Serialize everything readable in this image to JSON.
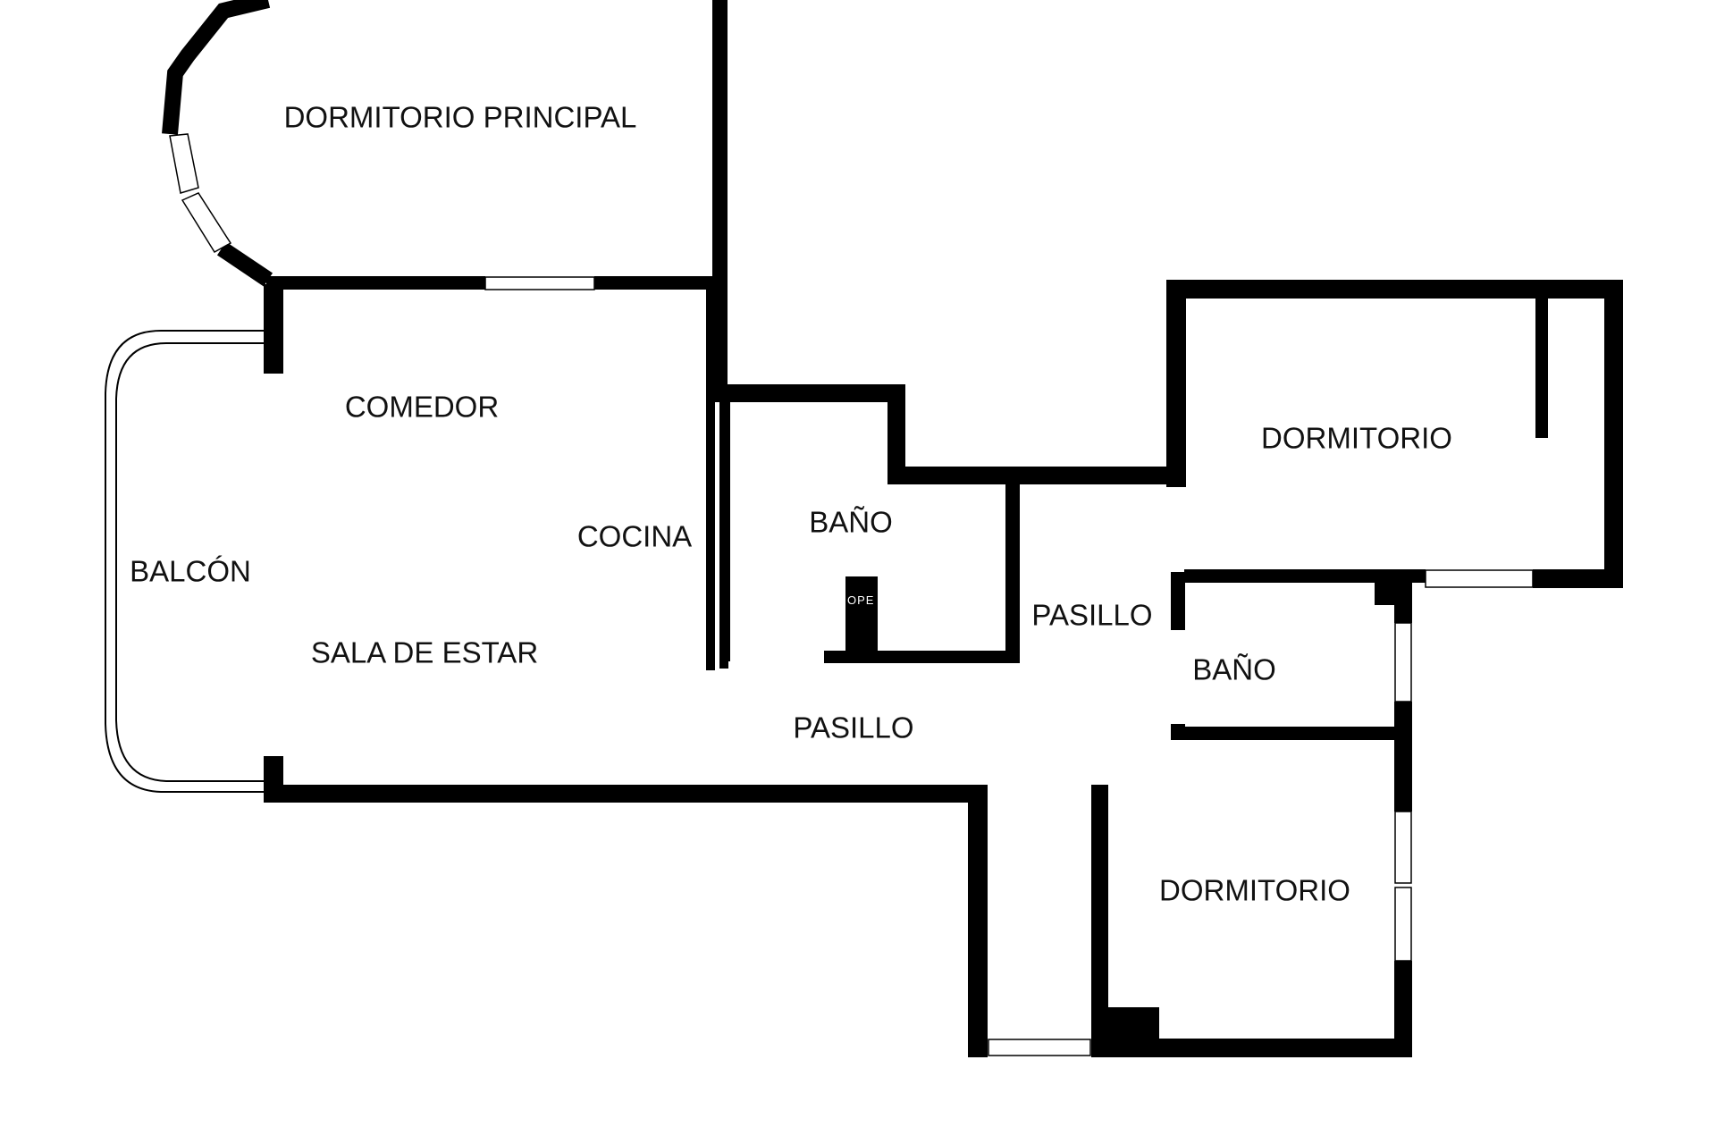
{
  "rooms": {
    "dormitorio_principal": "DORMITORIO PRINCIPAL",
    "comedor": "COMEDOR",
    "cocina": "COCINA",
    "balcon": "BALCÓN",
    "sala_de_estar": "SALA DE ESTAR",
    "bano_1": "BAÑO",
    "bano_2": "BAÑO",
    "pasillo_1": "PASILLO",
    "pasillo_2": "PASILLO",
    "dormitorio_1": "DORMITORIO",
    "dormitorio_2": "DORMITORIO"
  },
  "watermark": "OPE",
  "colors": {
    "wall": "#000000",
    "background": "#ffffff",
    "label": "#111111"
  }
}
